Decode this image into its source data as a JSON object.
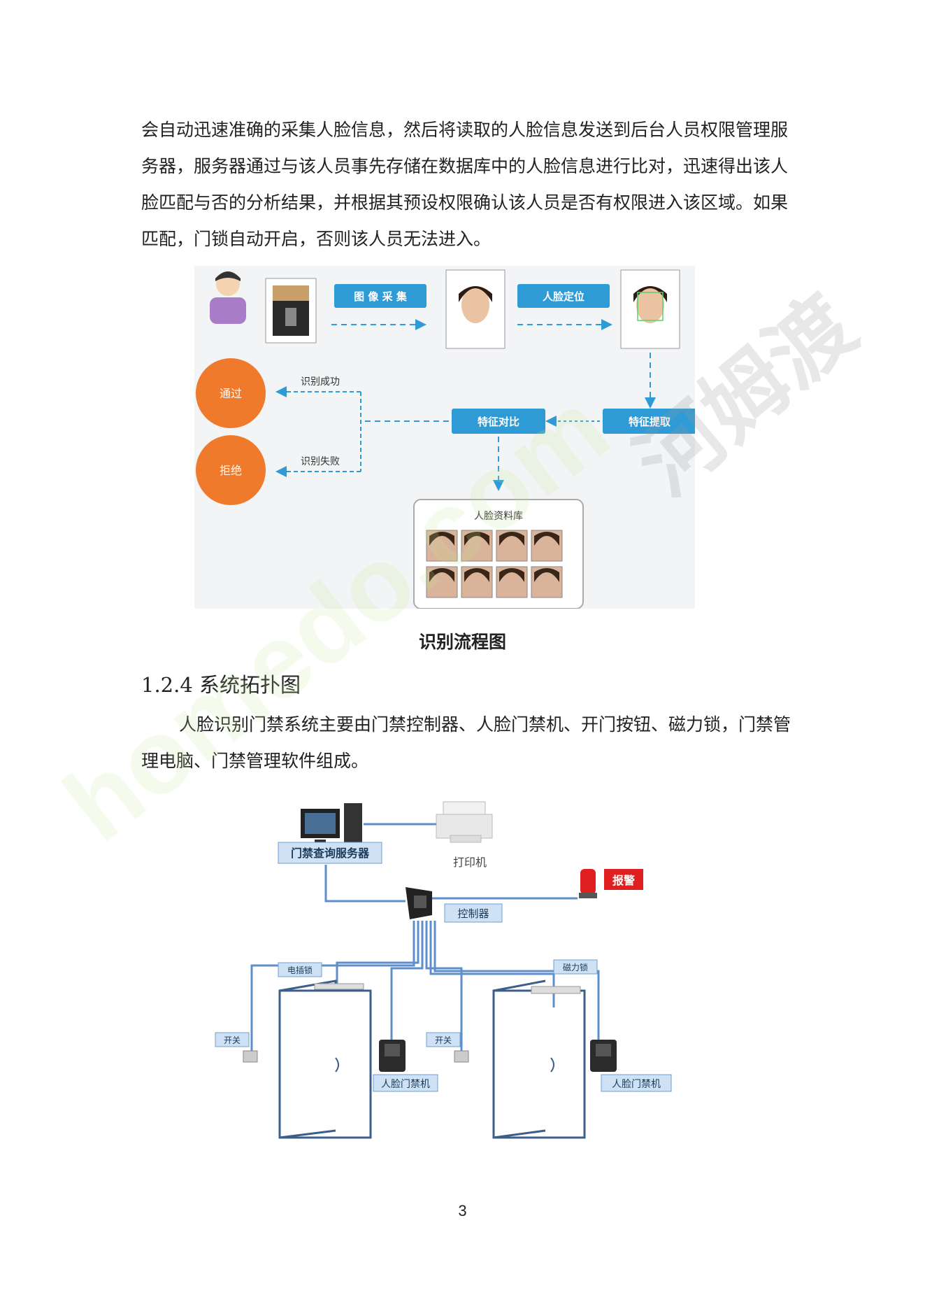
{
  "paragraph1": "会自动迅速准确的采集人脸信息，然后将读取的人脸信息发送到后台人员权限管理服务器，服务器通过与该人员事先存储在数据库中的人脸信息进行比对，迅速得出该人脸匹配与否的分析结果，并根据其预设权限确认该人员是否有权限进入该区域。如果匹配，门锁自动开启，否则该人员无法进入。",
  "flow": {
    "image_capture": "图 像 采 集",
    "face_locate": "人脸定位",
    "feature_extract": "特征提取",
    "feature_compare": "特征对比",
    "success": "识别成功",
    "fail": "识别失败",
    "pass": "通过",
    "reject": "拒绝",
    "database": "人脸资料库"
  },
  "caption1": "识别流程图",
  "heading": "1.2.4 系统拓扑图",
  "paragraph2": "人脸识别门禁系统主要由门禁控制器、人脸门禁机、开门按钮、磁力锁，门禁管理电脑、门禁管理软件组成。",
  "topology": {
    "server": "门禁查询服务器",
    "printer": "打印机",
    "alarm": "报警",
    "controller": "控制器",
    "electric_lock": "电插锁",
    "magnetic_lock": "磁力锁",
    "switch_left": "开关",
    "switch_right": "开关",
    "face_terminal_left": "人脸门禁机",
    "face_terminal_right": "人脸门禁机"
  },
  "page_number": "3",
  "watermark": {
    "text_en": "homedo.com",
    "text_cn": "河姆渡"
  },
  "colors": {
    "flow_blue": "#2e9bd6",
    "orange": "#f07a2c",
    "tag_blue": "#cfe2f5",
    "alarm_red": "#e02020"
  }
}
